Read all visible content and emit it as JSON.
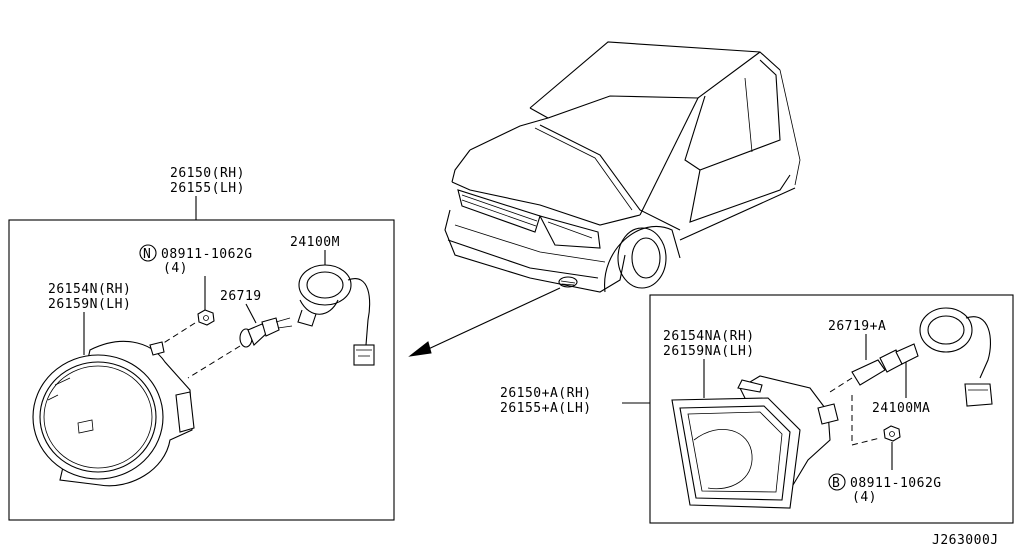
{
  "left_assembly": {
    "part_rh": "26150(RH)",
    "part_lh": "26155(LH)",
    "lens_rh": "26154N(RH)",
    "lens_lh": "26159N(LH)",
    "nut_badge": "N",
    "nut_part": "08911-1062G",
    "nut_qty": "(4)",
    "bulb": "26719",
    "harness": "24100M"
  },
  "right_assembly": {
    "part_rh": "26150+A(RH)",
    "part_lh": "26155+A(LH)",
    "lens_rh": "26154NA(RH)",
    "lens_lh": "26159NA(LH)",
    "bulb": "26719+A",
    "harness": "24100MA",
    "nut_badge": "B",
    "nut_part": "08911-1062G",
    "nut_qty": "(4)"
  },
  "diagram_code": "J263000J"
}
